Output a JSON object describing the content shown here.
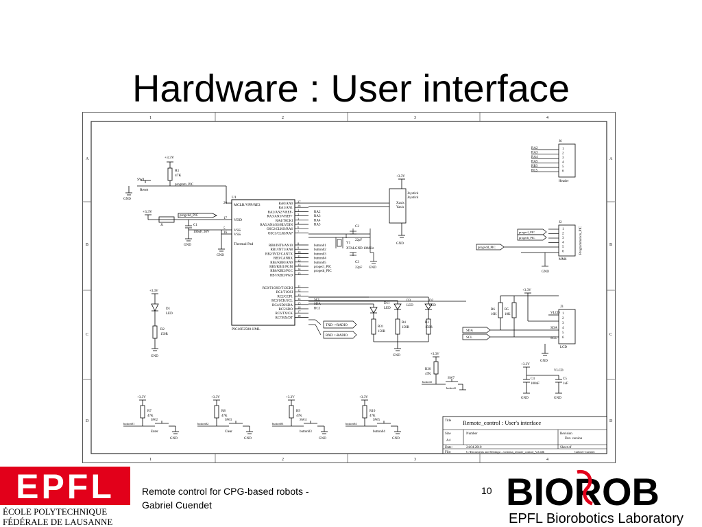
{
  "slide": {
    "title": "Hardware : User interface",
    "page_number": "10",
    "footer_line1": "Remote control for CPG-based robots -",
    "footer_line2": "Gabriel Cuendet"
  },
  "logos": {
    "epfl_mark": "EPFL",
    "epfl_line1": "ÉCOLE POLYTECHNIQUE",
    "epfl_line2": "FÉDÉRALE DE LAUSANNE",
    "biorob_mark": "BIOROB",
    "biorob_tagline": "EPFL Biorobotics Laboratory"
  },
  "schematic": {
    "cols": [
      "1",
      "2",
      "3",
      "4"
    ],
    "rows": [
      "A",
      "B",
      "C",
      "D"
    ],
    "mcu": {
      "ref": "U1",
      "part": "PIC18F2580-I/ML",
      "left_pins": [
        "MCLR/VPP/RE3",
        "VDD",
        "VSS",
        "VSS",
        "Thermal Pad"
      ],
      "left_nums": [
        "26",
        "17",
        "5",
        "16",
        "29"
      ],
      "right_pins_a": [
        "RA0/AN0",
        "RA1/AN1",
        "RA2/AN2/VREF-",
        "RA3/AN3/VREF+",
        "RA4/T0CKI",
        "RA5/AN4/SS/HLVDIN",
        "OSC2/CLKO/RA6",
        "OSC1/CLKI/RA7"
      ],
      "right_pins_b": [
        "RB0/INT0/AN10",
        "RB1/INT1/AN8",
        "RB2/INT2/CANTX",
        "RB3/CANRX",
        "RB4/KBI0/AN9",
        "RB5/KBI1/PGM",
        "RB6/KBI2/PGC",
        "RB7/KBI3/PGD"
      ],
      "right_pins_c": [
        "RC0/T1OSO/T13CKI",
        "RC1/T1OSI",
        "RC2/CCP1",
        "RC3/SCK/SCL",
        "RC4/SDI/SDA",
        "RC5/SDO",
        "RC6/TX/CK",
        "RC7/RX/DT"
      ],
      "right_nums_a": [
        "27",
        "28",
        "1",
        "2",
        "3",
        "4",
        "6",
        "7"
      ],
      "right_nums_b": [
        "8",
        "9",
        "10",
        "11",
        "12",
        "13",
        "14",
        "15"
      ],
      "right_nums_c": [
        "11",
        "12",
        "13",
        "14",
        "15",
        "16",
        "17",
        "18"
      ],
      "nets_a": [
        "RA2",
        "RA3",
        "RA4",
        "RA5"
      ],
      "nets_b": [
        "button01",
        "button02",
        "button03",
        "button04",
        "button05",
        "progecl_PIC",
        "progedt_PIC"
      ],
      "nets_c": [
        "SCL",
        "SDA",
        "RC5"
      ],
      "tx_label": "TXD ->RADIO",
      "rx_label": "RXD <-RADIO"
    },
    "labels": {
      "v33": "+3.3V",
      "gnd": "GND",
      "reset_r": "R1",
      "reset_r_val": "47K",
      "sw1": "SW1",
      "reset": "Reset",
      "progmclr": "progmm_PIC",
      "progvdd": "progvdd_PIC",
      "j1": "J1",
      "c1": "C1",
      "c1_val": "100nF, 20V",
      "joystick_a": "Joystick",
      "joystick_b": "Joystick",
      "xaxis": "Xaxis",
      "yaxis": "Yaxis",
      "c2": "C2",
      "c2_val": "22pF",
      "c3": "C3",
      "c3_val": "22pF",
      "y1": "Y1",
      "xtal": "XTALGND 10MHz",
      "j6": "J6",
      "header": "Header",
      "header_nets": [
        "RA2",
        "RA3",
        "RA4",
        "RA5",
        "RB3",
        "RC5"
      ],
      "header_pins": [
        "1",
        "2",
        "3",
        "4",
        "5",
        "6"
      ],
      "j2": "J2",
      "prog_label": "Programmation_PIC",
      "mm6": "MM6",
      "prog_nets": [
        "progecl_PIC",
        "progedt_PIC"
      ],
      "d1": "D1",
      "led": "LED",
      "r2": "R2",
      "r2_val": "150R",
      "d11": "D11",
      "d3": "D3",
      "d2": "D2",
      "r31": "R31",
      "r31_val": "150R",
      "r4": "R4",
      "r4_val": "150R",
      "r3": "R3",
      "r3_val": "150R",
      "r6": "R6",
      "r6_val": "10K",
      "r5": "R5",
      "r5_val": "10K",
      "j3": "J3",
      "vlcd": "VLCD",
      "sda": "SDA",
      "scl": "SCL",
      "lcd": "LCD",
      "r30": "R30",
      "r30_val": "47K",
      "sw7": "SW7",
      "button5": "button5",
      "c4": "C4",
      "c4_val": "100nF",
      "c5": "C5",
      "c5_val": "1uF",
      "buttons": [
        {
          "r": "R7",
          "sw": "SW2",
          "net": "button01",
          "cap": "Enter"
        },
        {
          "r": "R8",
          "sw": "SW3",
          "net": "button02",
          "cap": "Clear"
        },
        {
          "r": "R9",
          "sw": "SW4",
          "net": "button03",
          "cap": "button03"
        },
        {
          "r": "R10",
          "sw": "SW5",
          "net": "button04",
          "cap": "button04"
        }
      ],
      "r47k": "47K"
    },
    "title_block": {
      "title_label": "Title",
      "title": "Remote_control : User's interface",
      "size_label": "Size",
      "size": "A4",
      "number_label": "Number",
      "revision_label": "Revision",
      "revision": "Dev. version",
      "date_label": "Date:",
      "date": "24.04.2010",
      "sheet_label": "Sheet   of",
      "file_label": "File:",
      "file": "C:\\Documents and Settings\\...\\schema_remote_control_V2.ddb",
      "drawn": "Gabriel Cuendet"
    }
  }
}
